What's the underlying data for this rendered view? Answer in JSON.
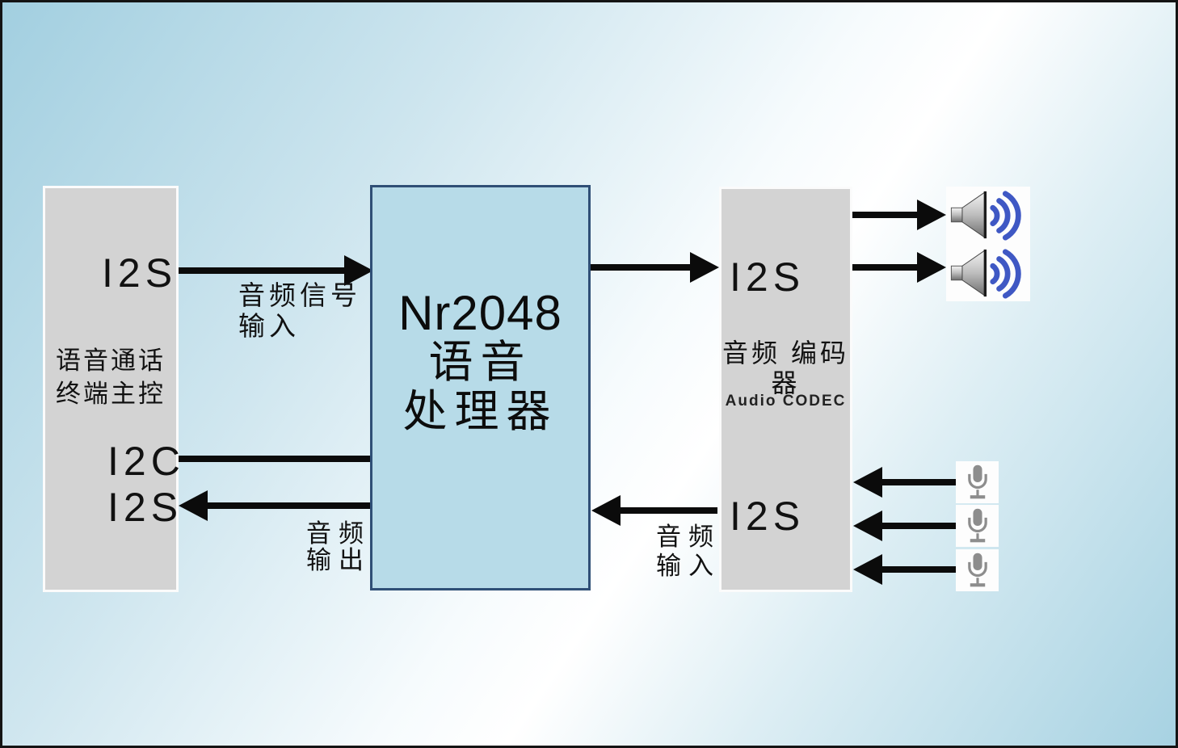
{
  "left_box": {
    "port_i2s_top": "I2S",
    "title_line1": "语音通话",
    "title_line2": "终端主控",
    "port_i2c": "I2C",
    "port_i2s_bottom": "I2S"
  },
  "center_box": {
    "line1": "Nr2048",
    "line2": "语音",
    "line3": "处理器"
  },
  "right_box": {
    "port_i2s_top": "I2S",
    "title_line1": "音频",
    "title_line2": "编码器",
    "subtitle": "Audio CODEC",
    "port_i2s_bottom": "I2S"
  },
  "labels": {
    "audio_signal_input_line1": "音频信号",
    "audio_signal_input_line2": "输入",
    "audio_output_line1": "音频",
    "audio_output_line2": "输出",
    "audio_input_line1": "音频",
    "audio_input_line2": "输入"
  },
  "colors": {
    "background_blue": "#a7d2e2",
    "processor_box_fill": "#b7dbe8",
    "processor_box_border": "#2f4f76",
    "peripheral_box_fill": "#d3d3d3",
    "arrow_black": "#0b0b0b",
    "speaker_wave_blue": "#3f58c4",
    "mic_gray": "#8d8d8d"
  }
}
